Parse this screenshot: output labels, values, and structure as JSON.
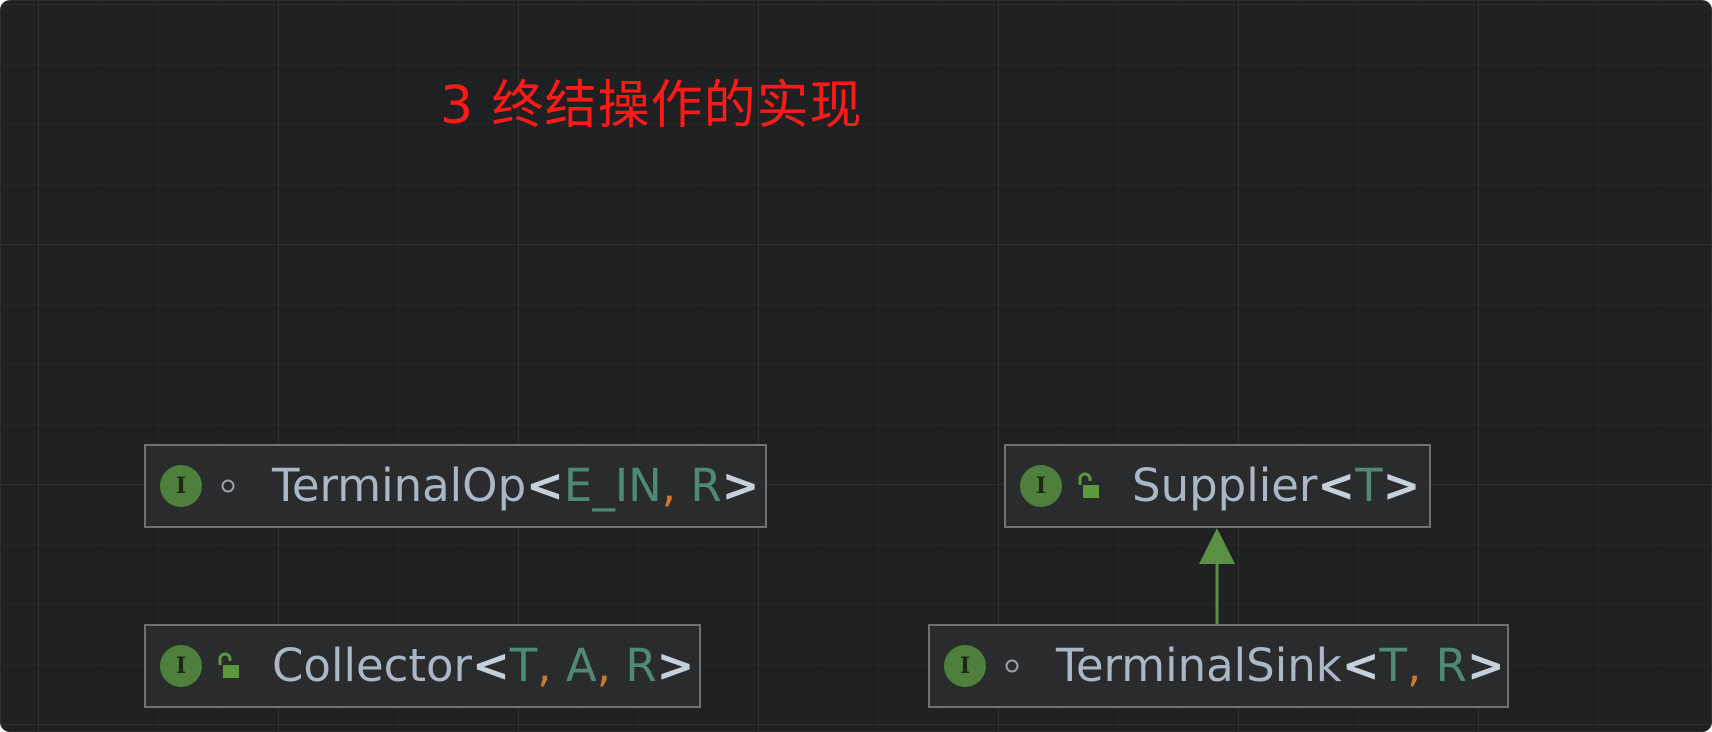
{
  "diagram": {
    "title": "3 终结操作的实现",
    "nodes": [
      {
        "id": "terminalop",
        "badge": "I",
        "visibility_icon": "package-private-icon",
        "name": "TerminalOp",
        "type_params": [
          "E_IN",
          "R"
        ]
      },
      {
        "id": "supplier",
        "badge": "I",
        "visibility_icon": "public-lock-icon",
        "name": "Supplier",
        "type_params": [
          "T"
        ]
      },
      {
        "id": "collector",
        "badge": "I",
        "visibility_icon": "public-lock-icon",
        "name": "Collector",
        "type_params": [
          "T",
          "A",
          "R"
        ]
      },
      {
        "id": "terminalsink",
        "badge": "I",
        "visibility_icon": "package-private-icon",
        "name": "TerminalSink",
        "type_params": [
          "T",
          "R"
        ]
      }
    ],
    "edges": [
      {
        "from": "terminalsink",
        "to": "supplier",
        "kind": "extends"
      }
    ]
  },
  "colors": {
    "background": "#1f2021",
    "title": "#ff1a1a",
    "node_fill": "#2a2b2d",
    "node_border": "#6e7074",
    "badge": "#4f7f3c",
    "class_name": "#a9b7c6",
    "type_param": "#4f8a78",
    "comma": "#cc7832",
    "edge": "#5a8f44"
  }
}
